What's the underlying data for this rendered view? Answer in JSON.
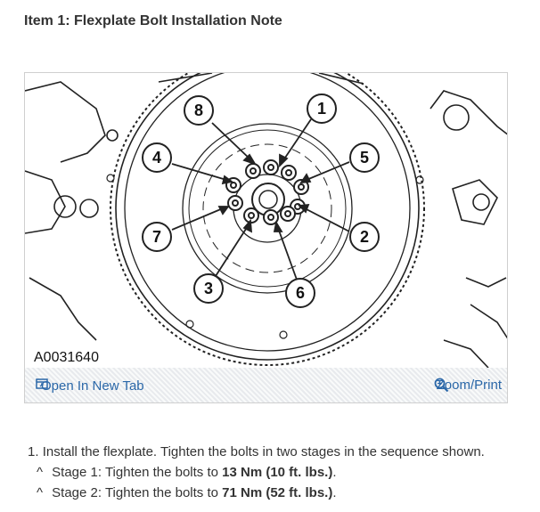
{
  "title": "Item 1: Flexplate Bolt Installation Note",
  "figure": {
    "id_label": "A0031640",
    "callouts": [
      "8",
      "1",
      "4",
      "5",
      "7",
      "2",
      "3",
      "6"
    ]
  },
  "toolbar": {
    "open_new_tab": "Open In New Tab",
    "zoom_print": "Zoom/Print"
  },
  "instructions": {
    "step_number": "1.",
    "step_text": "Install the flexplate. Tighten the bolts in two stages in the sequence shown.",
    "caret": "^",
    "stage1_prefix": "Stage 1: Tighten the bolts to ",
    "stage1_value": "13 Nm (10 ft. lbs.)",
    "stage1_suffix": ".",
    "stage2_prefix": "Stage 2: Tighten the bolts to ",
    "stage2_value": "71 Nm (52 ft. lbs.)",
    "stage2_suffix": "."
  },
  "colors": {
    "link": "#2a67a8",
    "text": "#333333"
  }
}
